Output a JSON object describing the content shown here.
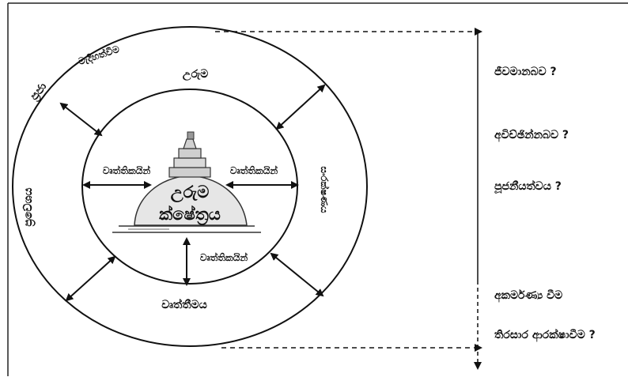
{
  "diagram": {
    "center_title_line1": "උරුම",
    "center_title_line2": "ක්ෂේත්‍රය",
    "outer_ring": {
      "top": "උරුම",
      "top_left_1": "ප්‍රජා",
      "top_left_2": "මැදිහත්වීම",
      "left": "ප්‍රවේශය",
      "bottom": "වෘත්තීමය",
      "right": "සංරක්ෂණය"
    },
    "inner_labels": {
      "left": "වෘත්තිකයින්",
      "right": "වෘත්තිකයින්",
      "bottom": "වෘත්තිකයින්"
    },
    "right_questions": [
      "ජීවමානබව ?",
      "අවිච්ඡින්නබව ?",
      "පූජනීයත්වය ?",
      "අකර්මණ්‍ය වීම",
      "තිරසාර ආරක්ෂාවීම ?"
    ]
  }
}
